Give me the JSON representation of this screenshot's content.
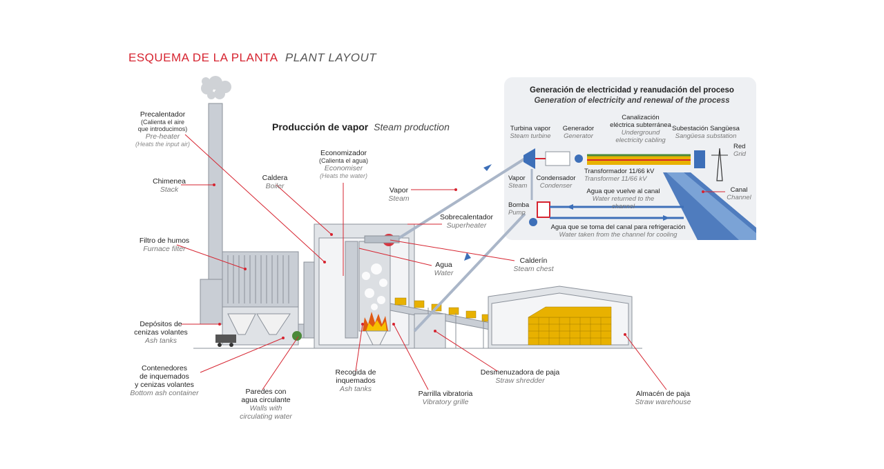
{
  "header": {
    "title_es": "ESQUEMA DE LA PLANTA",
    "title_en": "PLANT LAYOUT"
  },
  "section": {
    "title_es": "Producción de vapor",
    "title_en": "Steam production"
  },
  "panel": {
    "title_es": "Generación de electricidad y reanudación del proceso",
    "title_en": "Generation of electricity and renewal of the process",
    "labels": {
      "turbine": {
        "es": "Turbina vapor",
        "en": "Steam turbine"
      },
      "generator": {
        "es": "Generador",
        "en": "Generator"
      },
      "cabling": {
        "es1": "Canalización",
        "es2": "eléctrica subterránea",
        "en1": "Underground",
        "en2": "electricity cabling"
      },
      "substation": {
        "es": "Subestación Sangüesa",
        "en": "Sangüesa substation"
      },
      "grid": {
        "es": "Red",
        "en": "Grid"
      },
      "vapor": {
        "es": "Vapor",
        "en": "Steam"
      },
      "condenser": {
        "es": "Condensador",
        "en": "Condenser"
      },
      "transformer": {
        "es": "Transformador 11/66 kV",
        "en": "Transformer 11/66 kV"
      },
      "return_water": {
        "es": "Agua que vuelve al canal",
        "en": "Water returned to the channel"
      },
      "pump": {
        "es": "Bomba",
        "en": "Pump"
      },
      "channel": {
        "es": "Canal",
        "en": "Channel"
      },
      "intake_water": {
        "es": "Agua que se toma del canal para refrigeración",
        "en": "Water taken from the channel for cooling"
      }
    }
  },
  "labels": {
    "preheater": {
      "es": "Precalentador",
      "sub1": "(Calienta el aire",
      "sub2": "que introducimos)",
      "en": "Pre-heater",
      "sub_en": "(Heats the input air)"
    },
    "stack": {
      "es": "Chimenea",
      "en": "Stack"
    },
    "furnace_filter": {
      "es": "Filtro de humos",
      "en": "Furnace filter"
    },
    "ash_tanks_fly": {
      "es1": "Depósitos de",
      "es2": "cenizas volantes",
      "en": "Ash tanks"
    },
    "bottom_ash": {
      "es1": "Contenedores",
      "es2": "de inquemados",
      "es3": "y cenizas volantes",
      "en": "Bottom ash container"
    },
    "walls": {
      "es1": "Paredes con",
      "es2": "agua circulante",
      "en1": "Walls with",
      "en2": "circulating water"
    },
    "collection": {
      "es1": "Recogida de",
      "es2": "inquemados",
      "en": "Ash tanks"
    },
    "grille": {
      "es": "Parrilla vibratoria",
      "en": "Vibratory grille"
    },
    "shredder": {
      "es": "Desmenuzadora de paja",
      "en": "Straw shredder"
    },
    "warehouse": {
      "es": "Almacén de paja",
      "en": "Straw warehouse"
    },
    "boiler": {
      "es": "Caldera",
      "en": "Boiler"
    },
    "economiser": {
      "es": "Economizador",
      "sub": "(Calienta el agua)",
      "en": "Economiser",
      "sub_en": "(Heats the water)"
    },
    "steam": {
      "es": "Vapor",
      "en": "Steam"
    },
    "superheater": {
      "es": "Sobrecalentador",
      "en": "Superheater"
    },
    "water": {
      "es": "Agua",
      "en": "Water"
    },
    "steam_chest": {
      "es": "Calderín",
      "en": "Steam chest"
    }
  },
  "colors": {
    "accent_red": "#d6232f",
    "steel": "#c9ced5",
    "panel_bg": "#eef0f3",
    "water_blue": "#3d6fb8",
    "straw": "#e8b100"
  }
}
